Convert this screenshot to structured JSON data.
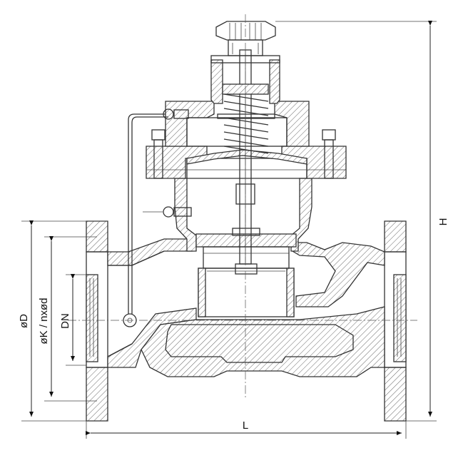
{
  "dimensions": {
    "L": "L",
    "H": "H",
    "D": "øD",
    "K": "øK / nxød",
    "DN": "DN"
  },
  "colors": {
    "line": "#333333",
    "background": "#ffffff"
  }
}
